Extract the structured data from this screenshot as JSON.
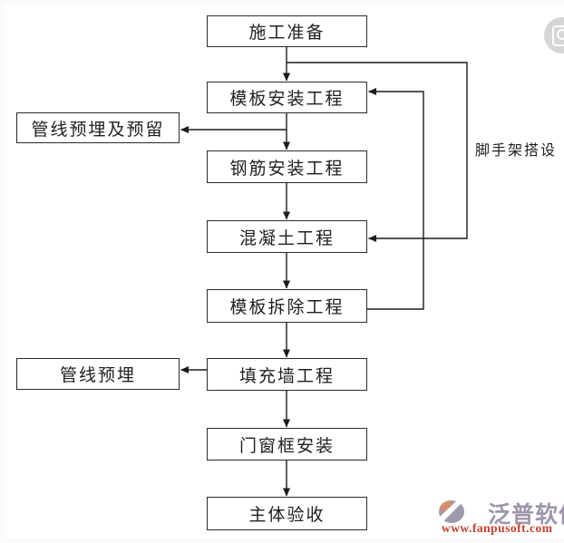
{
  "diagram": {
    "main_flow": [
      "施工准备",
      "模板安装工程",
      "钢筋安装工程",
      "混凝土工程",
      "模板拆除工程",
      "填充墙工程",
      "门窗框安装",
      "主体验收"
    ],
    "side_nodes": [
      "管线预埋及预留",
      "管线预埋"
    ],
    "annotations": [
      "脚手架搭设"
    ],
    "colors": {
      "box_border": "#2b2b2b",
      "line": "#1c1c1c",
      "text": "#1f1f1f",
      "background": "#ffffff",
      "frame": "#fafafa"
    }
  },
  "watermark": {
    "brand": "泛普软件",
    "url": "www.fanpusoft.com",
    "brand_color": "#9e96aa",
    "url_color": "#c8402c",
    "logo_orange": "#d4906e",
    "logo_gray": "#a09aae"
  },
  "icons": {
    "top_right": "image-preview-magnifier-icon",
    "logo_mark": "fanpu-logo-mark-icon"
  }
}
